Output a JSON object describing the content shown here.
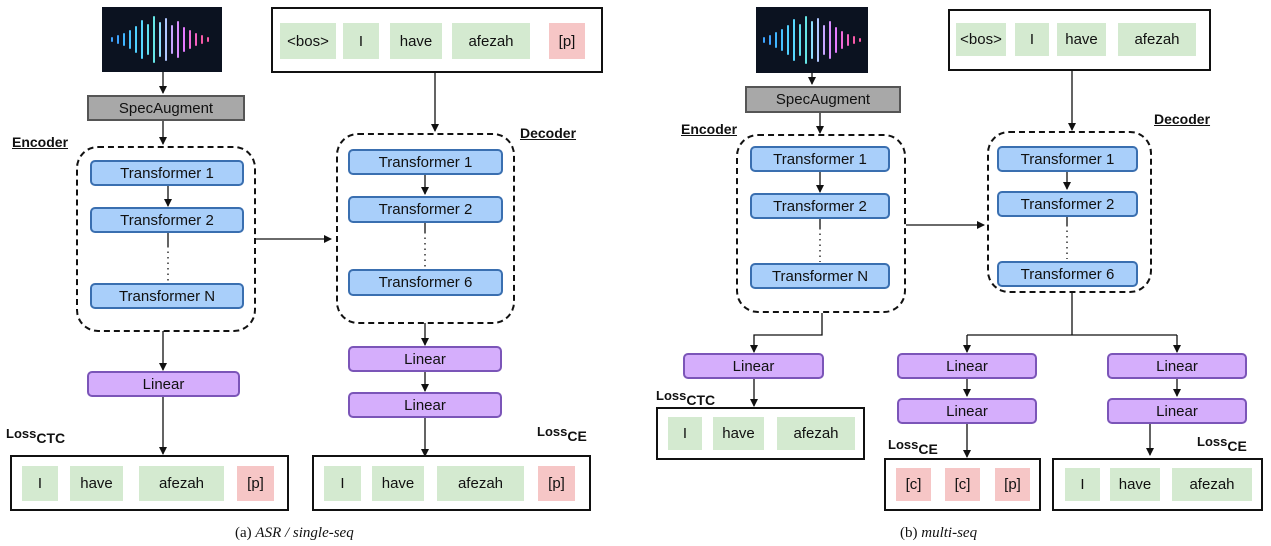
{
  "left": {
    "spec_label": "SpecAugment",
    "encoder_label": "Encoder",
    "decoder_label": "Decoder",
    "enc_layers": [
      "Transformer 1",
      "Transformer 2",
      "Transformer N"
    ],
    "dec_layers": [
      "Transformer 1",
      "Transformer 2",
      "Transformer 6"
    ],
    "enc_dots": "⋮",
    "dec_dots": "⋮",
    "input_tokens": [
      "<bos>",
      "I",
      "have",
      "afezah",
      "[p]"
    ],
    "enc_linear": "Linear",
    "dec_linear_1": "Linear",
    "dec_linear_2": "Linear",
    "ctc_loss_main": "Loss",
    "ctc_loss_sub": "CTC",
    "ce_loss_main": "Loss",
    "ce_loss_sub": "CE",
    "ctc_tokens": [
      "I",
      "have",
      "afezah",
      "[p]"
    ],
    "ce_tokens": [
      "I",
      "have",
      "afezah",
      "[p]"
    ],
    "caption_prefix": "(a) ",
    "caption_italic": "ASR / single-seq"
  },
  "right": {
    "spec_label": "SpecAugment",
    "encoder_label": "Encoder",
    "decoder_label": "Decoder",
    "enc_layers": [
      "Transformer 1",
      "Transformer 2",
      "Transformer N"
    ],
    "dec_layers": [
      "Transformer 1",
      "Transformer 2",
      "Transformer 6"
    ],
    "enc_dots": "⋮",
    "dec_dots": "⋮",
    "input_tokens": [
      "<bos>",
      "I",
      "have",
      "afezah"
    ],
    "enc_linear": "Linear",
    "dec_linear_a1": "Linear",
    "dec_linear_a2": "Linear",
    "dec_linear_b1": "Linear",
    "dec_linear_b2": "Linear",
    "ctc_loss_main": "Loss",
    "ctc_loss_sub": "CTC",
    "ce1_loss_main": "Loss",
    "ce1_loss_sub": "CE",
    "ce2_loss_main": "Loss",
    "ce2_loss_sub": "CE",
    "ctc_tokens": [
      "I",
      "have",
      "afezah"
    ],
    "ce1_tokens": [
      "[c]",
      "[c]",
      "[p]"
    ],
    "ce2_tokens": [
      "I",
      "have",
      "afezah"
    ],
    "caption_prefix": "(b) ",
    "caption_italic": "multi-seq"
  },
  "colors": {
    "transformer": "#a9cffa",
    "linear": "#d5aefc",
    "specaugment": "#a8a8a8",
    "token": "#d4ead0",
    "special_token": "#f6c6c6"
  }
}
